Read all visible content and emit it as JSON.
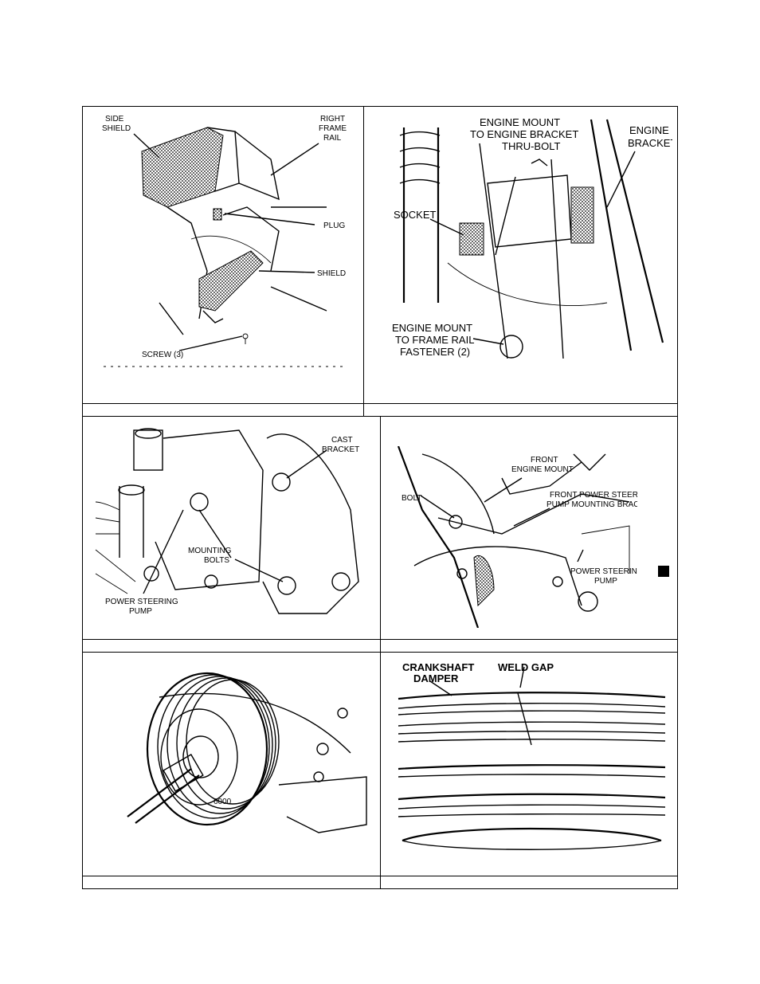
{
  "figures": [
    {
      "id": "side-shield",
      "labels": {
        "side_shield_1": "SIDE",
        "side_shield_2": "SHIELD",
        "right_frame_rail_1": "RIGHT",
        "right_frame_rail_2": "FRAME",
        "right_frame_rail_3": "RAIL",
        "plug": "PLUG",
        "shield": "SHIELD",
        "screw": "SCREW (3)"
      }
    },
    {
      "id": "engine-mount",
      "labels": {
        "thru_bolt_1": "ENGINE MOUNT",
        "thru_bolt_2": "TO ENGINE BRACKET",
        "thru_bolt_3": "THRU-BOLT",
        "engine_bracket_1": "ENGINE -",
        "engine_bracket_2": "BRACKET",
        "socket": "SOCKET",
        "frame_fastener_1": "ENGINE MOUNT",
        "frame_fastener_2": "TO FRAME RAIL",
        "frame_fastener_3": "FASTENER (2)"
      }
    },
    {
      "id": "cast-bracket",
      "labels": {
        "cast_1": "CAST",
        "cast_2": "BRACKET",
        "mounting_1": "MOUNTING",
        "mounting_2": "BOLTS",
        "ps_pump_1": "POWER STEERING",
        "ps_pump_2": "PUMP"
      }
    },
    {
      "id": "front-mount",
      "labels": {
        "front_mount_1": "FRONT",
        "front_mount_2": "ENGINE MOUNT",
        "bolt": "BOLT",
        "ps_bracket_1": "FRONT POWER STEERING",
        "ps_bracket_2": "PUMP MOUNTING BRACKE",
        "ps_pump_1": "POWER STEERING",
        "ps_pump_2": "PUMP"
      }
    },
    {
      "id": "damper-puller",
      "labels": {}
    },
    {
      "id": "weld-gap",
      "labels": {
        "crankshaft_1": "CRANKSHAFT",
        "crankshaft_2": "DAMPER",
        "weld_gap": "WELD GAP"
      }
    }
  ]
}
